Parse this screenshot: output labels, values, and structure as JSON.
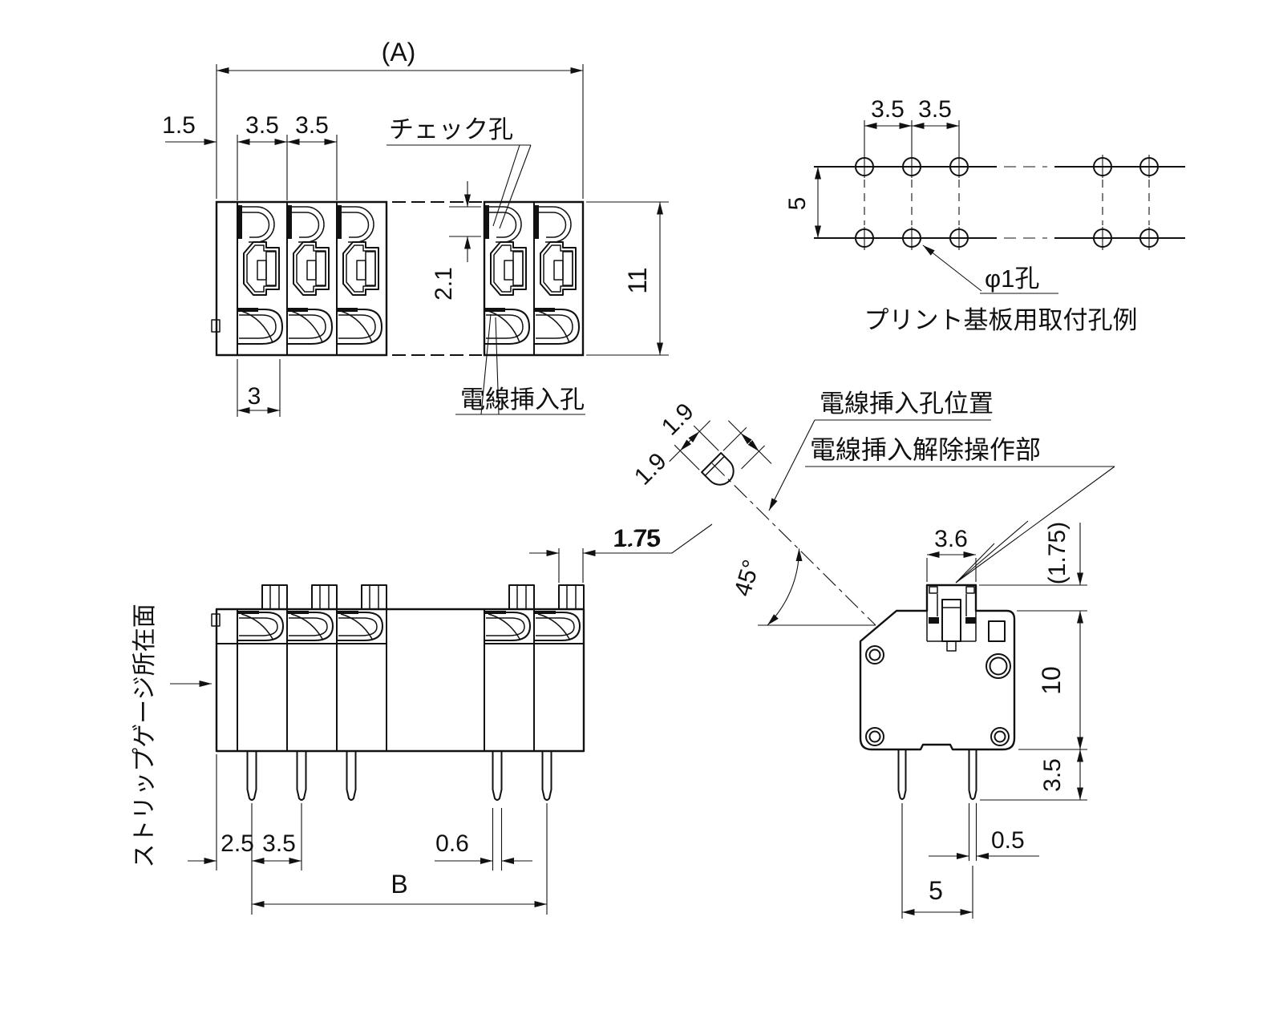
{
  "colors": {
    "ink": "#111111",
    "background": "#ffffff"
  },
  "front_view": {
    "dim_overall": "(A)",
    "dim_left_margin": "1.5",
    "dim_pitch_a": "3.5",
    "dim_pitch_b": "3.5",
    "label_check_hole": "チェック孔",
    "dim_check_depth": "2.1",
    "dim_height": "11",
    "dim_hole_width": "3",
    "label_wire_hole": "電線挿入孔"
  },
  "pcb_view": {
    "dim_pitch_a": "3.5",
    "dim_pitch_b": "3.5",
    "dim_row_gap": "5",
    "label_hole": "φ1孔",
    "caption": "プリント基板用取付孔例"
  },
  "wire_detail": {
    "dim_wire_a": "1.9",
    "dim_wire_b": "1.9",
    "dim_offset": "1.75",
    "dim_angle": "45°",
    "label_hole_position": "電線挿入孔位置",
    "label_release_part": "電線挿入解除操作部"
  },
  "bottom_view": {
    "label_strip_gauge": "ストリップゲージ所在面",
    "dim_button": "1.75",
    "dim_edge_to_pin": "2.5",
    "dim_pin_pitch": "3.5",
    "dim_pin_width": "0.6",
    "dim_span": "B"
  },
  "side_view": {
    "dim_button_width": "3.6",
    "dim_button_height": "(1.75)",
    "dim_body_height": "10",
    "dim_pin_length": "3.5",
    "dim_pin_width": "0.5",
    "dim_pin_gap": "5"
  }
}
